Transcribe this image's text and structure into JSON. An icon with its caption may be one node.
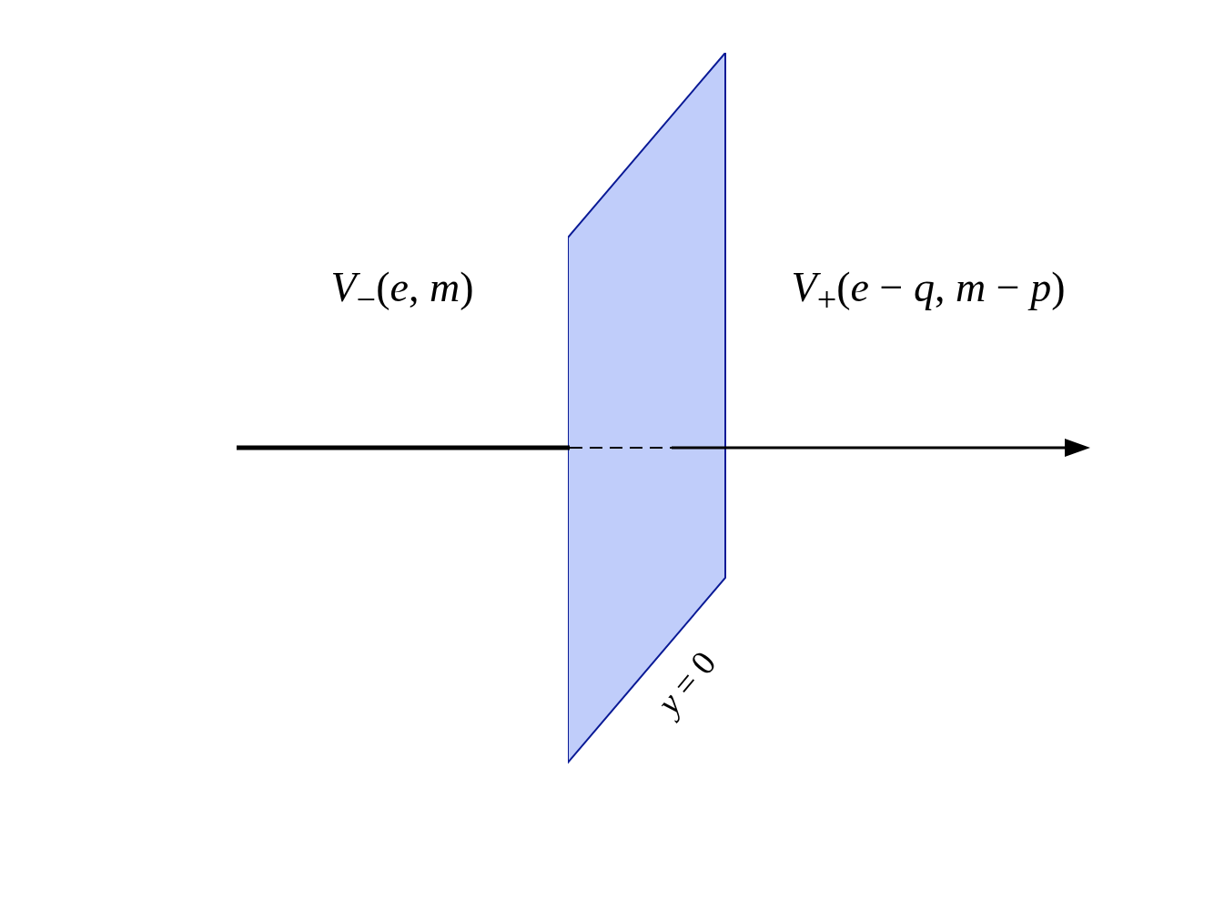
{
  "diagram": {
    "nodes": [
      {
        "text": [
          "*y* = 0"
        ]
      }
    ],
    "labels": [
      "*V*$_{−}$(*e*, *m*)",
      "*V*$_{+}$(*e* − *q*, *m* − *p*)"
    ]
  }
}
